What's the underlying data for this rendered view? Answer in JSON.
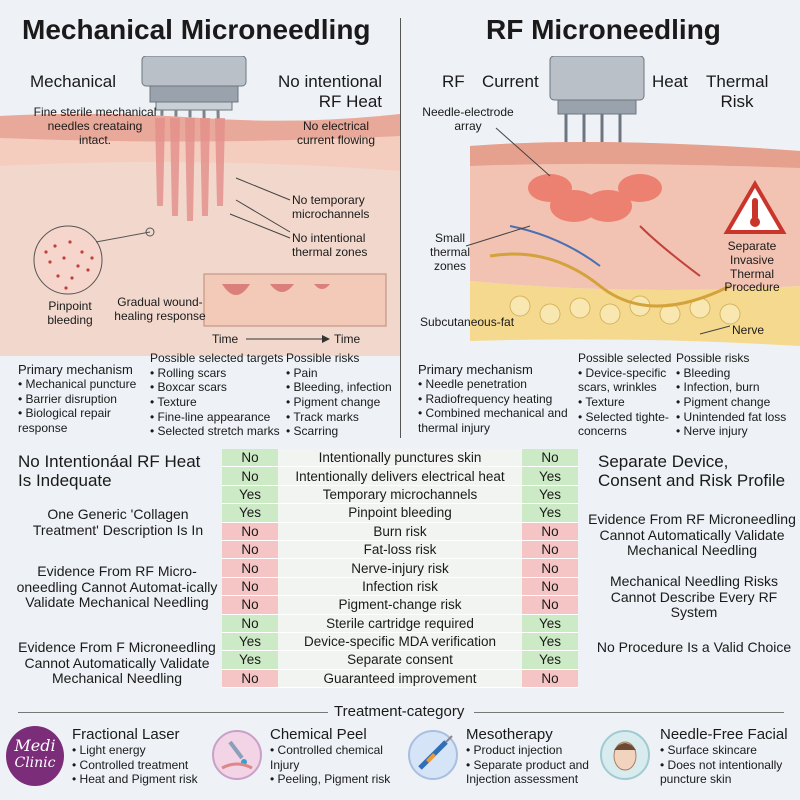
{
  "left": {
    "title": "Mechanical Microneedling",
    "label_mechanical": "Mechanical",
    "label_no_rf_heat": "No intentional RF Heat",
    "label_fine_needles": "Fine sterile mechanical needles creataing intact.",
    "label_no_current": "No electrical current flowing",
    "label_no_microchannels": "No temporary microchannels",
    "label_no_thermal": "No intentional thermal zones",
    "label_pinpoint": "Pinpoint bleeding",
    "label_healing": "Gradual wound-healing response",
    "time1": "Time",
    "time2": "Time",
    "primary_title": "Primary mechanism",
    "primary_items": [
      "Mechanical puncture",
      "Barrier disruption",
      "Biological repair response"
    ],
    "targets_title": "Possible selected targets",
    "targets_items": [
      "Rolling scars",
      "Boxcar scars",
      "Texture",
      "Fine-line appearance",
      "Selected stretch marks"
    ],
    "risks_title": "Possible risks",
    "risks_items": [
      "Pain",
      "Bleeding, infection",
      "Pigment change",
      "Track marks",
      "Scarring"
    ]
  },
  "right": {
    "title": "RF Microneedling",
    "label_rf": "RF",
    "label_current": "Current",
    "label_heat": "Heat",
    "label_thermal_risk": "Thermal Risk",
    "label_needle_array": "Needle-electrode array",
    "label_small_thermal": "Small thermal zones",
    "label_separate": "Separate Invasive Thermal Procedure",
    "label_subcutaneous": "Subcutaneous-fat",
    "label_nerve": "Nerve",
    "primary_title": "Primary mechanism",
    "primary_items": [
      "Needle penetration",
      "Radiofrequency heating",
      "Combined mechanical and thermal injury"
    ],
    "targets_title": "Possible selected",
    "targets_items": [
      "Device-specific scars, wrinkles",
      "Texture",
      "Selected tighte-concerns"
    ],
    "risks_title": "Possible risks",
    "risks_items": [
      "Bleeding",
      "Infection, burn",
      "Pigment change",
      "Unintended fat loss",
      "Nerve injury"
    ]
  },
  "side_left": [
    "No Intentionáal RF Heat Is Indequate",
    "One Generic 'Collagen Treatment' Description Is In",
    "Evidence From RF Micro-oneedling Cannot Automat-ically Validate Mechanical Needling",
    "Evidence From F Microneedling Cannot Automatically Validate Mechanical Needling"
  ],
  "side_right": [
    "Separate Device, Consent and Risk Profile",
    "Evidence From RF Microneedling Cannot Automatically Validate Mechanical Needling",
    "Mechanical Needling Risks Cannot Describe Every RF System",
    "No Procedure Is a Valid Choice"
  ],
  "table": [
    {
      "left": "No",
      "feature": "Intentionally punctures skin",
      "right": "No",
      "lc": "g",
      "rc": "g"
    },
    {
      "left": "No",
      "feature": "Intentionally delivers electrical heat",
      "right": "Yes",
      "lc": "g",
      "rc": "g"
    },
    {
      "left": "Yes",
      "feature": "Temporary microchannels",
      "right": "Yes",
      "lc": "g",
      "rc": "g"
    },
    {
      "left": "Yes",
      "feature": "Pinpoint bleeding",
      "right": "Yes",
      "lc": "g",
      "rc": "g"
    },
    {
      "left": "No",
      "feature": "Burn risk",
      "right": "No",
      "lc": "r",
      "rc": "r"
    },
    {
      "left": "No",
      "feature": "Fat-loss risk",
      "right": "No",
      "lc": "r",
      "rc": "r"
    },
    {
      "left": "No",
      "feature": "Nerve-injury risk",
      "right": "No",
      "lc": "r",
      "rc": "r"
    },
    {
      "left": "No",
      "feature": "Infection risk",
      "right": "No",
      "lc": "r",
      "rc": "r"
    },
    {
      "left": "No",
      "feature": "Pigment-change risk",
      "right": "No",
      "lc": "r",
      "rc": "r"
    },
    {
      "left": "No",
      "feature": "Sterile cartridge required",
      "right": "Yes",
      "lc": "g",
      "rc": "g"
    },
    {
      "left": "Yes",
      "feature": "Device-specific MDA verification",
      "right": "Yes",
      "lc": "g",
      "rc": "g"
    },
    {
      "left": "Yes",
      "feature": "Separate consent",
      "right": "Yes",
      "lc": "g",
      "rc": "g"
    },
    {
      "left": "No",
      "feature": "Guaranteed improvement",
      "right": "No",
      "lc": "r",
      "rc": "r"
    }
  ],
  "category_title": "Treatment-category",
  "categories": [
    {
      "title": "Fractional Laser",
      "items": [
        "Light energy",
        "Controlled treatment",
        "Heat and Pigment risk"
      ],
      "icon": "laser-icon"
    },
    {
      "title": "Chemical Peel",
      "items": [
        "Controlled chemical Injury",
        "Peeling, Pigment risk"
      ],
      "icon": "dropper-icon"
    },
    {
      "title": "Mesotherapy",
      "items": [
        "Product injection",
        "Separate product and Injection assessment"
      ],
      "icon": "syringe-icon"
    },
    {
      "title": "Needle-Free Facial",
      "items": [
        "Surface skincare",
        "Does not intentionally puncture skin"
      ],
      "icon": "face-icon"
    }
  ],
  "logo": {
    "line1": "Medi",
    "line2": "Clinic"
  }
}
